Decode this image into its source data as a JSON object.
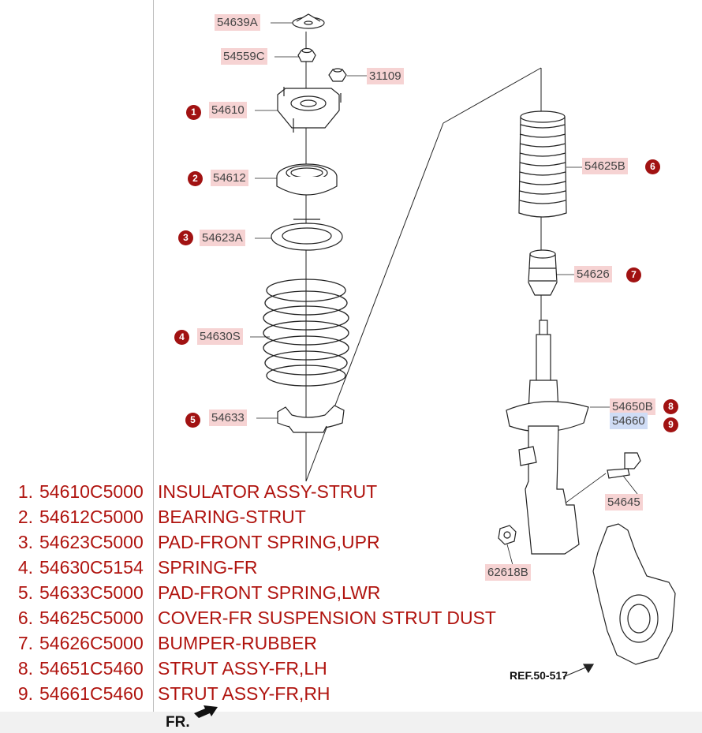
{
  "diagram": {
    "part_labels": [
      {
        "id": "54639A",
        "text": "54639A"
      },
      {
        "id": "54559C",
        "text": "54559C"
      },
      {
        "id": "31109",
        "text": "31109"
      },
      {
        "id": "54610",
        "text": "54610"
      },
      {
        "id": "54612",
        "text": "54612"
      },
      {
        "id": "54623A",
        "text": "54623A"
      },
      {
        "id": "54630S",
        "text": "54630S"
      },
      {
        "id": "54633",
        "text": "54633"
      },
      {
        "id": "54625B",
        "text": "54625B"
      },
      {
        "id": "54626",
        "text": "54626"
      },
      {
        "id": "54650B",
        "text": "54650B"
      },
      {
        "id": "54660",
        "text": "54660"
      },
      {
        "id": "54645",
        "text": "54645"
      },
      {
        "id": "62618B",
        "text": "62618B"
      }
    ],
    "callouts": [
      "1",
      "2",
      "3",
      "4",
      "5",
      "6",
      "7",
      "8",
      "9"
    ],
    "reference_label": "REF.50-517",
    "front_label": "FR.",
    "colors": {
      "label_bg": "#f6d3d3",
      "label_bg_alt": "#cfdcf5",
      "callout_bg": "#a11212",
      "list_text": "#b0140f"
    }
  },
  "parts_list": [
    {
      "num": "1.",
      "part_no": "54610C5000",
      "desc": "INSULATOR ASSY-STRUT"
    },
    {
      "num": "2.",
      "part_no": "54612C5000",
      "desc": "BEARING-STRUT"
    },
    {
      "num": "3.",
      "part_no": "54623C5000",
      "desc": "PAD-FRONT SPRING,UPR"
    },
    {
      "num": "4.",
      "part_no": "54630C5154",
      "desc": "SPRING-FR"
    },
    {
      "num": "5.",
      "part_no": "54633C5000",
      "desc": "PAD-FRONT SPRING,LWR"
    },
    {
      "num": "6.",
      "part_no": "54625C5000",
      "desc": "COVER-FR SUSPENSION STRUT DUST"
    },
    {
      "num": "7.",
      "part_no": "54626C5000",
      "desc": "BUMPER-RUBBER"
    },
    {
      "num": "8.",
      "part_no": "54651C5460",
      "desc": "STRUT ASSY-FR,LH"
    },
    {
      "num": "9.",
      "part_no": "54661C5460",
      "desc": "STRUT ASSY-FR,RH"
    }
  ]
}
